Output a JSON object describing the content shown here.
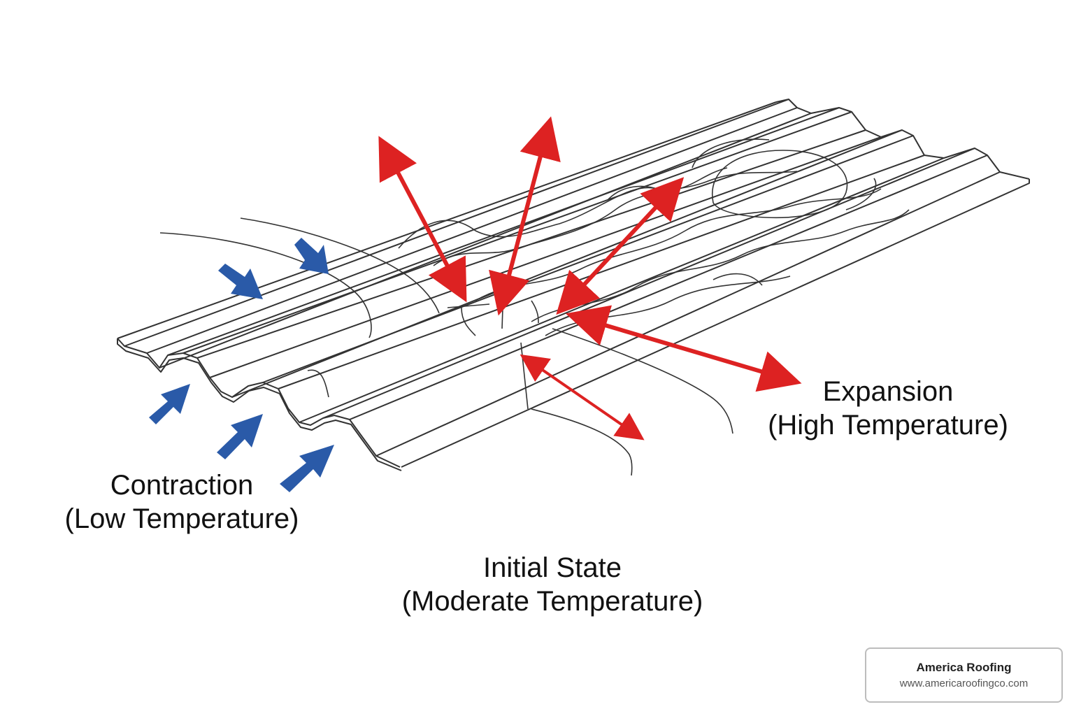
{
  "labels": {
    "contraction_title": "Contraction",
    "contraction_sub": "(Low Temperature)",
    "initial_title": "Initial State",
    "initial_sub": "(Moderate Temperature)",
    "expansion_title": "Expansion",
    "expansion_sub": "(High Temperature)"
  },
  "brand": {
    "name": "America Roofing",
    "url": "www.americaroofingco.com"
  },
  "colors": {
    "contraction_arrow": "#2a5aa8",
    "expansion_arrow": "#dd2222",
    "line": "#333333"
  }
}
